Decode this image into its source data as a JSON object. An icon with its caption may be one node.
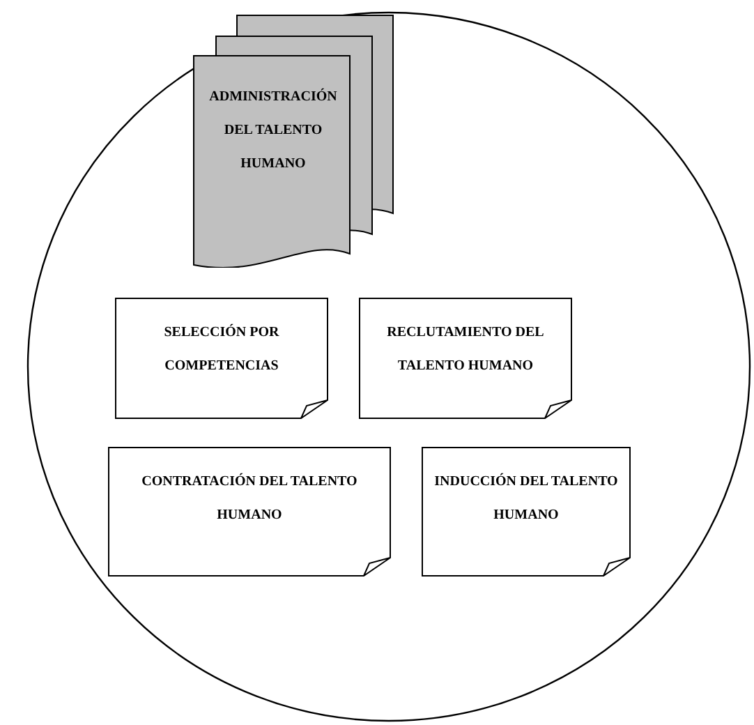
{
  "diagram": {
    "nodes": [
      {
        "text": [],
        "shape": "circle"
      },
      {
        "text": [
          "ADMINISTRACIÓN DEL TALENTO HUMANO"
        ],
        "in": 0
      },
      {
        "text": [
          "SELECCIÓN POR COMPETENCIAS"
        ],
        "in": 0
      },
      {
        "text": [
          "RECLUTAMIENTO DEL TALENTO HUMANO"
        ],
        "in": 0
      },
      {
        "text": [
          "CONTRATACIÓN DEL TALENTO HUMANO"
        ],
        "in": 0
      },
      {
        "text": [
          "INDUCCIÓN DEL TALENTO HUMANO"
        ],
        "in": 0
      }
    ]
  }
}
